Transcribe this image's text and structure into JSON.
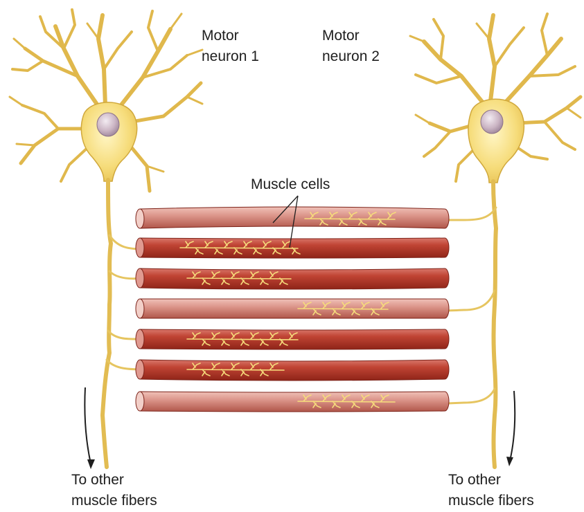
{
  "labels": {
    "neuron1": {
      "line1": "Motor",
      "line2": "neuron 1"
    },
    "neuron2": {
      "line1": "Motor",
      "line2": "neuron 2"
    },
    "muscle_cells": "Muscle cells",
    "other_left": {
      "line1": "To other",
      "line2": "muscle fibers"
    },
    "other_right": {
      "line1": "To other",
      "line2": "muscle fibers"
    }
  },
  "colors": {
    "neuron_fill": "#f5dc78",
    "neuron_stroke": "#d0a83c",
    "nucleus": "#cbb5c4",
    "fiber_dark": "#b7392a",
    "fiber_light": "#d98a80",
    "fiber_edge": "#7c2218",
    "innervation": "#f6dc7c"
  },
  "fibers": [
    {
      "id": "fiber-1",
      "shade": "light",
      "neuron": 2
    },
    {
      "id": "fiber-2",
      "shade": "dark",
      "neuron": 1
    },
    {
      "id": "fiber-3",
      "shade": "dark",
      "neuron": 1
    },
    {
      "id": "fiber-4",
      "shade": "light",
      "neuron": 2
    },
    {
      "id": "fiber-5",
      "shade": "dark",
      "neuron": 1
    },
    {
      "id": "fiber-6",
      "shade": "dark",
      "neuron": 1
    },
    {
      "id": "fiber-7",
      "shade": "light",
      "neuron": 2
    }
  ]
}
